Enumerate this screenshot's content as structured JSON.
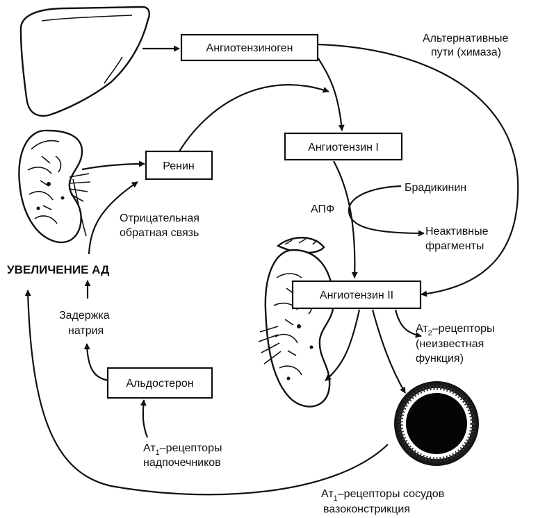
{
  "boxes": {
    "angiotensinogen": "Ангиотензиноген",
    "angiotensin1": "Ангиотензин I",
    "angiotensin2": "Ангиотензин II",
    "renin": "Ренин",
    "aldosterone": "Альдостерон"
  },
  "labels": {
    "alt_paths_line1": "Альтернативные",
    "alt_paths_line2": "пути (химаза)",
    "bradykinin": "Брадикинин",
    "ace": "АПФ",
    "inactive_line1": "Неактивные",
    "inactive_line2": "фрагменты",
    "neg_feedback_line1": "Отрицательная",
    "neg_feedback_line2": "обратная связь",
    "bp_increase": "УВЕЛИЧЕНИЕ АД",
    "sodium_line1": "Задержка",
    "sodium_line2": "натрия",
    "at2_line1_prefix": "Ат",
    "at2_sub": "2",
    "at2_line1_suffix": "–рецепторы",
    "at2_line2": "(неизвестная",
    "at2_line3": "функция)",
    "at1_adrenal_prefix": "Ат",
    "at1_adrenal_sub": "1",
    "at1_adrenal_suffix": "–рецепторы",
    "at1_adrenal_line2": "надпочечников",
    "at1_vessel_prefix": "Ат",
    "at1_vessel_sub": "1",
    "at1_vessel_suffix": "–рецепторы сосудов",
    "at1_vessel_line2": "вазоконстрикция"
  },
  "icons": [
    "liver-icon",
    "kidney-icon",
    "kidney-adrenal-icon",
    "blood-vessel-icon"
  ]
}
